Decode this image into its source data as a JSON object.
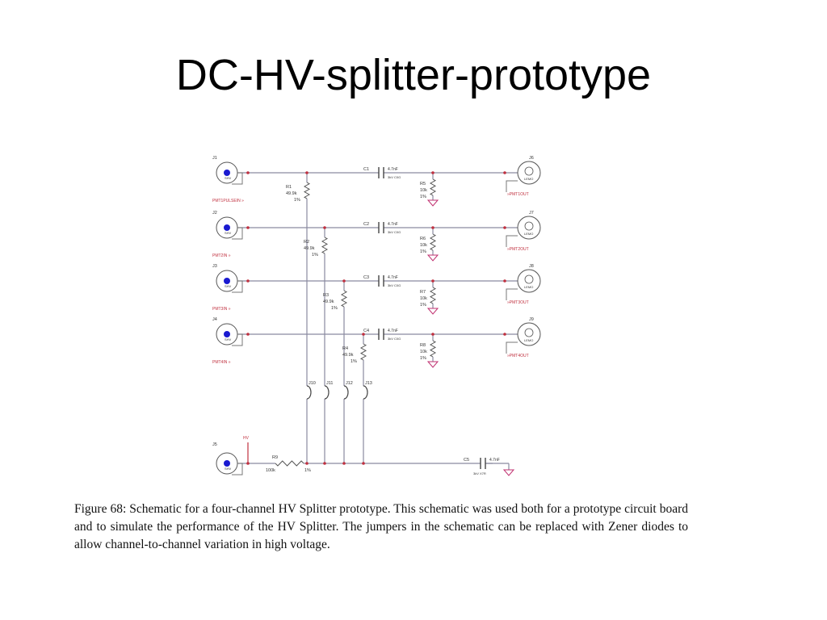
{
  "title": "DC-HV-splitter-prototype",
  "caption": "Figure 68: Schematic for a four-channel HV Splitter prototype. This schematic was used both for a prototype circuit board and to simulate the performance of the HV Splitter. The jumpers in the schematic can be replaced with Zener diodes to allow channel-to-channel variation in high voltage.",
  "schematic": {
    "colors": {
      "wire": "#8a8aa0",
      "net": "#c0303f",
      "ground": "#c03070",
      "connector": "#1a1ad0"
    },
    "input_connectors": [
      {
        "ref": "J1",
        "part": "SHV",
        "net": "PMT1PULSEIN"
      },
      {
        "ref": "J2",
        "part": "SHV",
        "net": "PMT2IN"
      },
      {
        "ref": "J3",
        "part": "SHV",
        "net": "PMT3IN"
      },
      {
        "ref": "J4",
        "part": "SHV",
        "net": "PMT4IN"
      }
    ],
    "output_connectors": [
      {
        "ref": "J6",
        "part": "LEMO",
        "net": "PMT1OUT"
      },
      {
        "ref": "J7",
        "part": "LEMO",
        "net": "PMT2OUT"
      },
      {
        "ref": "J8",
        "part": "LEMO",
        "net": "PMT3OUT"
      },
      {
        "ref": "J9",
        "part": "LEMO",
        "net": "PMT4OUT"
      }
    ],
    "capacitors": [
      {
        "ref": "C1",
        "value": "4.7nF",
        "rating": "3kV C0G"
      },
      {
        "ref": "C2",
        "value": "4.7nF",
        "rating": "3kV C0G"
      },
      {
        "ref": "C3",
        "value": "4.7nF",
        "rating": "3kV C0G"
      },
      {
        "ref": "C4",
        "value": "4.7nF",
        "rating": "3kV C0G"
      }
    ],
    "series_resistors": [
      {
        "ref": "R1",
        "value": "49.9k",
        "tol": "1%"
      },
      {
        "ref": "R2",
        "value": "49.9k",
        "tol": "1%"
      },
      {
        "ref": "R3",
        "value": "49.9k",
        "tol": "1%"
      },
      {
        "ref": "R4",
        "value": "49.9k",
        "tol": "1%"
      }
    ],
    "load_resistors": [
      {
        "ref": "R5",
        "value": "10k",
        "tol": "1%"
      },
      {
        "ref": "R6",
        "value": "10k",
        "tol": "1%"
      },
      {
        "ref": "R7",
        "value": "10k",
        "tol": "1%"
      },
      {
        "ref": "R8",
        "value": "10k",
        "tol": "1%"
      }
    ],
    "jumpers": [
      "J10",
      "J11",
      "J12",
      "J13"
    ],
    "hv_connector": {
      "ref": "J5",
      "part": "SHV",
      "net": "HV"
    },
    "hv_resistor": {
      "ref": "R9",
      "value": "100k",
      "tol": "1%"
    },
    "filter_capacitor": {
      "ref": "C5",
      "value": "4.7nF",
      "rating": "3kV X7R"
    }
  }
}
